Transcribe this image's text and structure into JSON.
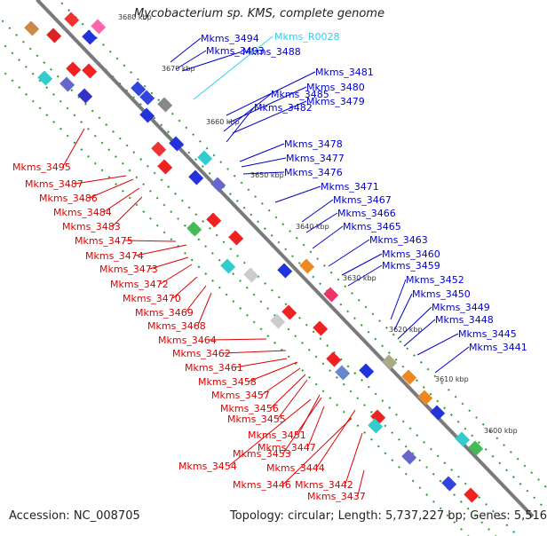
{
  "title": "Mycobacterium sp. KMS, complete genome",
  "accession": "Accession: NC_008705",
  "summary": "Topology: circular; Length: 5,737,227 bp; Genes: 5,516",
  "colors": {
    "forward_label": "#0000cc",
    "reverse_label": "#dd0000",
    "rna_label": "#33ccee",
    "backbone": "#7a7a7a",
    "dotted_track": "#2e9b2e"
  },
  "scale_ticks": [
    "3680 kbp",
    "3670 kbp",
    "3660 kbp",
    "3650 kbp",
    "3640 kbp",
    "3630 kbp",
    "3620 kbp",
    "3610 kbp",
    "3600 kbp"
  ],
  "forward_genes": [
    "Mkms_3494",
    "Mkms_3493",
    "Mkms_3488",
    "Mkms_3481",
    "Mkms_3480",
    "Mkms_3485",
    "Mkms_3479",
    "Mkms_3482",
    "Mkms_3478",
    "Mkms_3477",
    "Mkms_3476",
    "Mkms_3471",
    "Mkms_3467",
    "Mkms_3466",
    "Mkms_3465",
    "Mkms_3463",
    "Mkms_3460",
    "Mkms_3459",
    "Mkms_3452",
    "Mkms_3450",
    "Mkms_3449",
    "Mkms_3448",
    "Mkms_3445",
    "Mkms_3441"
  ],
  "rna_genes": [
    "Mkms_R0028"
  ],
  "reverse_genes": [
    "Mkms_3495",
    "Mkms_3487",
    "Mkms_3486",
    "Mkms_3484",
    "Mkms_3483",
    "Mkms_3475",
    "Mkms_3474",
    "Mkms_3473",
    "Mkms_3472",
    "Mkms_3470",
    "Mkms_3469",
    "Mkms_3468",
    "Mkms_3464",
    "Mkms_3462",
    "Mkms_3461",
    "Mkms_3458",
    "Mkms_3457",
    "Mkms_3456",
    "Mkms_3455",
    "Mkms_3451",
    "Mkms_3447",
    "Mkms_3453",
    "Mkms_3454",
    "Mkms_3444",
    "Mkms_3446",
    "Mkms_3442",
    "Mkms_3437"
  ]
}
